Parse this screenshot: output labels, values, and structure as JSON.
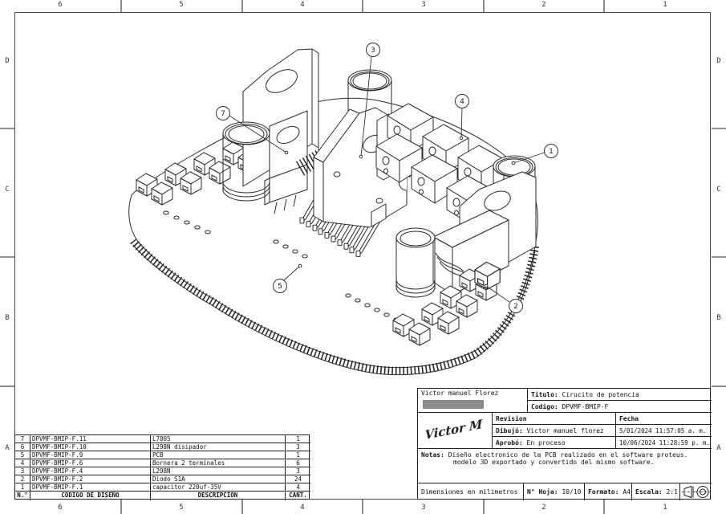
{
  "border": {
    "top": [
      "6",
      "5",
      "4",
      "3",
      "2",
      "1"
    ],
    "bottom": [
      "6",
      "5",
      "4",
      "3",
      "2",
      "1"
    ],
    "left": [
      "D",
      "C",
      "B",
      "A"
    ],
    "right": [
      "D",
      "C",
      "B",
      "A"
    ]
  },
  "drawing": {
    "balloons": [
      {
        "label": "3"
      },
      {
        "label": "7"
      },
      {
        "label": "4"
      },
      {
        "label": "1"
      },
      {
        "label": "5"
      },
      {
        "label": "2"
      }
    ]
  },
  "parts_table": {
    "headers": {
      "no": "N.°",
      "code": "CODIGO DE DISEÑO",
      "description": "DESCRIPCIÓN",
      "qty": "CANT."
    },
    "rows": [
      {
        "no": "7",
        "code": "DPVMF-BMIP-F.11",
        "description": "L7805",
        "qty": "1"
      },
      {
        "no": "6",
        "code": "DPVMF-BMIP-F.10",
        "description": "L298N disipador",
        "qty": "3"
      },
      {
        "no": "5",
        "code": "DPVMF-BMIP-F.9",
        "description": "PCB",
        "qty": "1"
      },
      {
        "no": "4",
        "code": "DPVMF-BMIP-F.6",
        "description": "Bornera 2 terminales",
        "qty": "6"
      },
      {
        "no": "3",
        "code": "DPVMF-BMIP-F.4",
        "description": "L298N",
        "qty": "3"
      },
      {
        "no": "2",
        "code": "DPVMF-BMIP-F.2",
        "description": "Diodo S1A",
        "qty": "24"
      },
      {
        "no": "1",
        "code": "DPVMF-BMIP-F.1",
        "description": "capacitor 220uf-35V",
        "qty": "4"
      }
    ]
  },
  "title_block": {
    "author": "Victor manuel Florez",
    "signature": "Victor M",
    "titulo_label": "Titulo:",
    "titulo": "Cirucito de potencia",
    "codigo_label": "Codigo:",
    "codigo": "DPVMF-BMIP-F",
    "revision_label": "Revision",
    "fecha_label": "Fecha",
    "dibujo_label": "Dibujó:",
    "dibujo": "Victor manuel florez",
    "dibujo_fecha": "5/01/2024 11:57:05 a. m.",
    "aprobo_label": "Aprobó:",
    "aprobo": "En proceso",
    "aprobo_fecha": "10/06/2024 11:28:59 p. m.",
    "notas_label": "Notas:",
    "notas_line1": "Diseño electronico de la PCB realizado en el software proteus.",
    "notas_line2": "modelo 3D exportado y convertido del mismo software.",
    "dimensiones": "Dimensiones en milimetros",
    "hoja_label": "N° Hoja:",
    "hoja": "10/10",
    "formato_label": "Formato:",
    "formato": "A4",
    "escala_label": "Escala:",
    "escala": "2:1"
  },
  "colors": {
    "line": "#2b2b2b",
    "frame": "#4a4a4a",
    "tick": "#8c8c8c",
    "redaction": "#8a8a8a"
  }
}
